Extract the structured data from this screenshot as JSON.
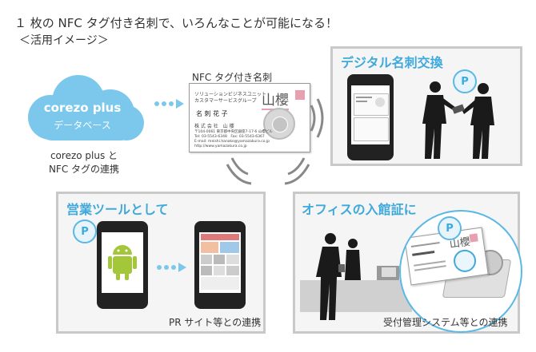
{
  "header": {
    "title": "１ 枚の NFC タグ付き名刺で、いろんなことが可能になる！",
    "subtitle": "＜活用イメージ＞"
  },
  "cloud": {
    "name": "corezo plus",
    "label": "データベース",
    "caption_line1": "corezo plus と",
    "caption_line2": "NFC タグの連携"
  },
  "card": {
    "label": "NFC タグ付き名刺",
    "company_dept": "ソリューションビジネスユニット",
    "company_group": "カスタマーサービスグループ",
    "person_name": "名 刺 花 子",
    "logo_text": "山櫻",
    "company_name": "株 式 会 社　山 櫻",
    "address": "〒104-0061 東京都中央区銀座7-17-6 山櫻ビル",
    "phone": "Tel: 03-5543-6348　Fax: 03-5543-6367",
    "email": "E-mail: meishi.hanako@yamazakura.co.jp",
    "web": "http://www.yamazakura.co.jp"
  },
  "panels": {
    "exchange": {
      "title": "デジタル名刺交換"
    },
    "sales": {
      "title": "営業ツールとして",
      "caption": "PR サイト等との連携"
    },
    "office": {
      "title": "オフィスの入館証に",
      "caption": "受付管理システム等との連携"
    }
  },
  "bubble_letter": "P",
  "arrow_dots": "•••",
  "colors": {
    "accent": "#3fa9dc",
    "cloud": "#7cc8ec",
    "panel_border": "#c9c9c9",
    "panel_bg": "#f5f5f5",
    "android_green": "#a4c639",
    "logo_pink": "#e8a0b0"
  }
}
